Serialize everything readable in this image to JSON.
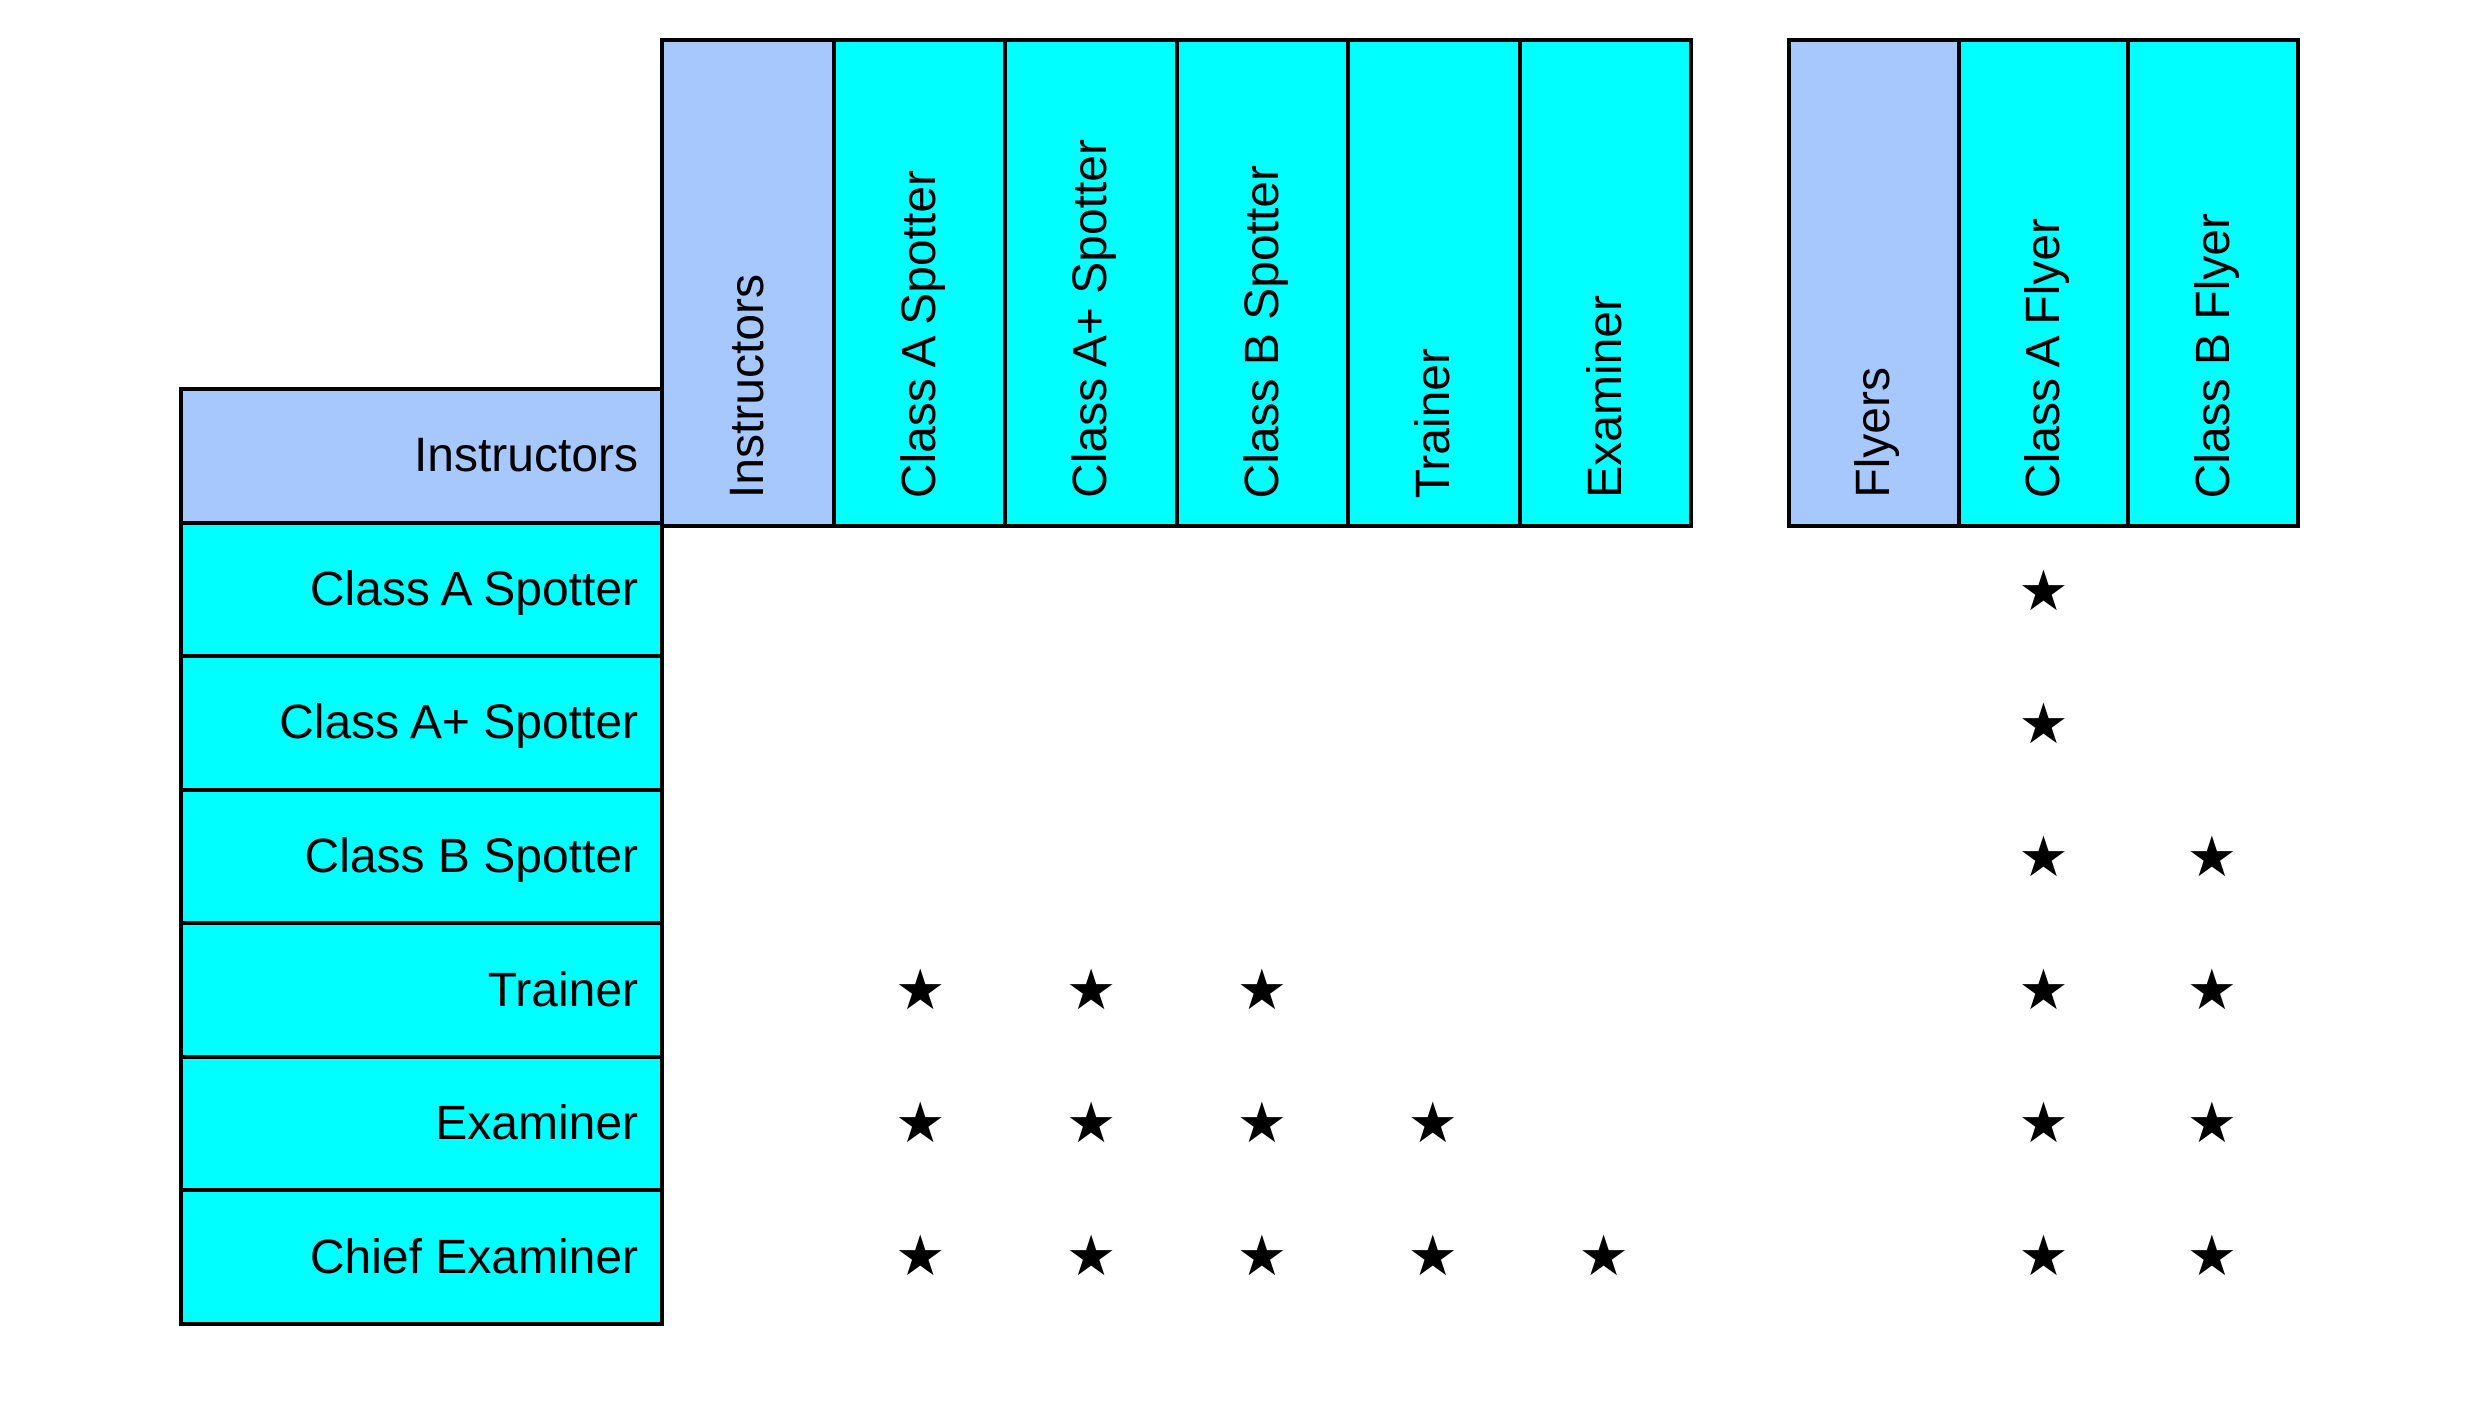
{
  "colors": {
    "header_fill": "#a6c8fc",
    "cell_fill": "#00ffff",
    "line": "#000000",
    "background": "#ffffff",
    "star": "#000000"
  },
  "star_glyph": "★",
  "row_table": {
    "header": "Instructors",
    "rows": [
      "Class A Spotter",
      "Class A+ Spotter",
      "Class B Spotter",
      "Trainer",
      "Examiner",
      "Chief Examiner"
    ]
  },
  "instructor_columns": {
    "header": "Instructors",
    "columns": [
      "Class A Spotter",
      "Class A+ Spotter",
      "Class B Spotter",
      "Trainer",
      "Examiner"
    ]
  },
  "flyer_columns": {
    "header": "Flyers",
    "columns": [
      "Class A Flyer",
      "Class B Flyer"
    ]
  },
  "matrix": {
    "instructors": [
      [
        0,
        0,
        0,
        0,
        0
      ],
      [
        0,
        0,
        0,
        0,
        0
      ],
      [
        0,
        0,
        0,
        0,
        0
      ],
      [
        1,
        1,
        1,
        0,
        0
      ],
      [
        1,
        1,
        1,
        1,
        0
      ],
      [
        1,
        1,
        1,
        1,
        1
      ]
    ],
    "flyers": [
      [
        1,
        0
      ],
      [
        1,
        0
      ],
      [
        1,
        1
      ],
      [
        1,
        1
      ],
      [
        1,
        1
      ],
      [
        1,
        1
      ]
    ]
  }
}
